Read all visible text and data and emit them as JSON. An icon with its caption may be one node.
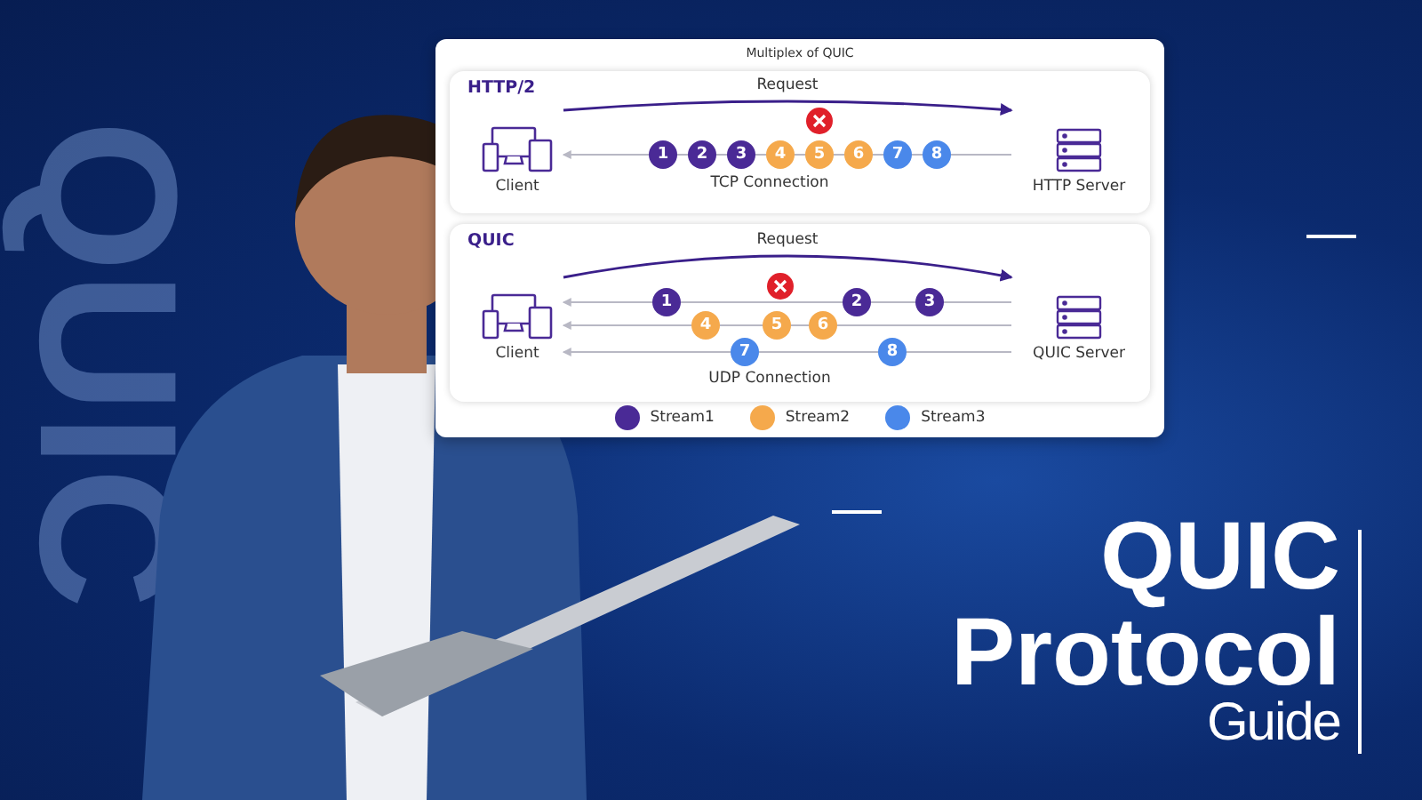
{
  "diagram": {
    "title": "QUIC Protocol",
    "nodes": [
      {
        "text": [
          "Multiplex of QUIC"
        ]
      },
      {
        "text": [
          "HTTP/2"
        ],
        "in": 0
      },
      {
        "text": [
          "Client"
        ],
        "in": 1
      },
      {
        "text": [
          "HTTP Server"
        ],
        "in": 1
      },
      {
        "text": [
          "1"
        ],
        "in": 1
      },
      {
        "text": [
          "2"
        ],
        "in": 1
      },
      {
        "text": [
          "3"
        ],
        "in": 1
      },
      {
        "text": [
          "4"
        ],
        "in": 1
      },
      {
        "text": [
          "5"
        ],
        "in": 1
      },
      {
        "text": [
          "6"
        ],
        "in": 1
      },
      {
        "text": [
          "7"
        ],
        "in": 1
      },
      {
        "text": [
          "8"
        ],
        "in": 1
      },
      {
        "text": [
          "QUIC"
        ],
        "in": 0
      },
      {
        "text": [
          "Client"
        ],
        "in": 12
      },
      {
        "text": [
          "QUIC Server"
        ],
        "in": 12
      },
      {
        "text": [
          "1"
        ],
        "in": 12
      },
      {
        "text": [
          "2"
        ],
        "in": 12
      },
      {
        "text": [
          "3"
        ],
        "in": 12
      },
      {
        "text": [
          "4"
        ],
        "in": 12
      },
      {
        "text": [
          "5"
        ],
        "in": 12
      },
      {
        "text": [
          "6"
        ],
        "in": 12
      },
      {
        "text": [
          "7"
        ],
        "in": 12
      },
      {
        "text": [
          "8"
        ],
        "in": 12
      }
    ],
    "edges": [
      {
        "from": 2,
        "to": 3,
        "arrow": "to",
        "label": "Request",
        "color": "#3a1f8a"
      },
      {
        "from": 3,
        "to": 11,
        "arrow": "none"
      },
      {
        "from": 11,
        "to": 10,
        "arrow": "none"
      },
      {
        "from": 10,
        "to": 9,
        "arrow": "none"
      },
      {
        "from": 9,
        "to": 8,
        "arrow": "none"
      },
      {
        "from": 8,
        "to": 7,
        "arrow": "none"
      },
      {
        "from": 7,
        "to": 6,
        "arrow": "none"
      },
      {
        "from": 6,
        "to": 5,
        "arrow": "none"
      },
      {
        "from": 5,
        "to": 4,
        "arrow": "none"
      },
      {
        "from": 4,
        "to": 2,
        "arrow": "to"
      },
      {
        "from": 13,
        "to": 14,
        "arrow": "to",
        "label": "Request",
        "color": "#3a1f8a"
      },
      {
        "from": 14,
        "to": 17,
        "arrow": "none"
      },
      {
        "from": 17,
        "to": 16,
        "arrow": "none"
      },
      {
        "from": 16,
        "to": 15,
        "arrow": "none"
      },
      {
        "from": 15,
        "to": 13,
        "arrow": "to"
      },
      {
        "from": 14,
        "to": 20,
        "arrow": "none"
      },
      {
        "from": 20,
        "to": 19,
        "arrow": "none"
      },
      {
        "from": 19,
        "to": 18,
        "arrow": "none"
      },
      {
        "from": 18,
        "to": 13,
        "arrow": "to"
      },
      {
        "from": 14,
        "to": 22,
        "arrow": "none"
      },
      {
        "from": 22,
        "to": 21,
        "arrow": "none"
      },
      {
        "from": 21,
        "to": 13,
        "arrow": "to"
      }
    ],
    "labels": [
      "QUIC",
      "TCP Connection",
      "UDP Connection",
      "Guide"
    ],
    "legend": [
      {
        "text": "Stream1",
        "color": "#4a2a96"
      },
      {
        "text": "Stream2",
        "color": "#f5a94c"
      },
      {
        "text": "Stream3",
        "color": "#4a88ea"
      }
    ]
  }
}
